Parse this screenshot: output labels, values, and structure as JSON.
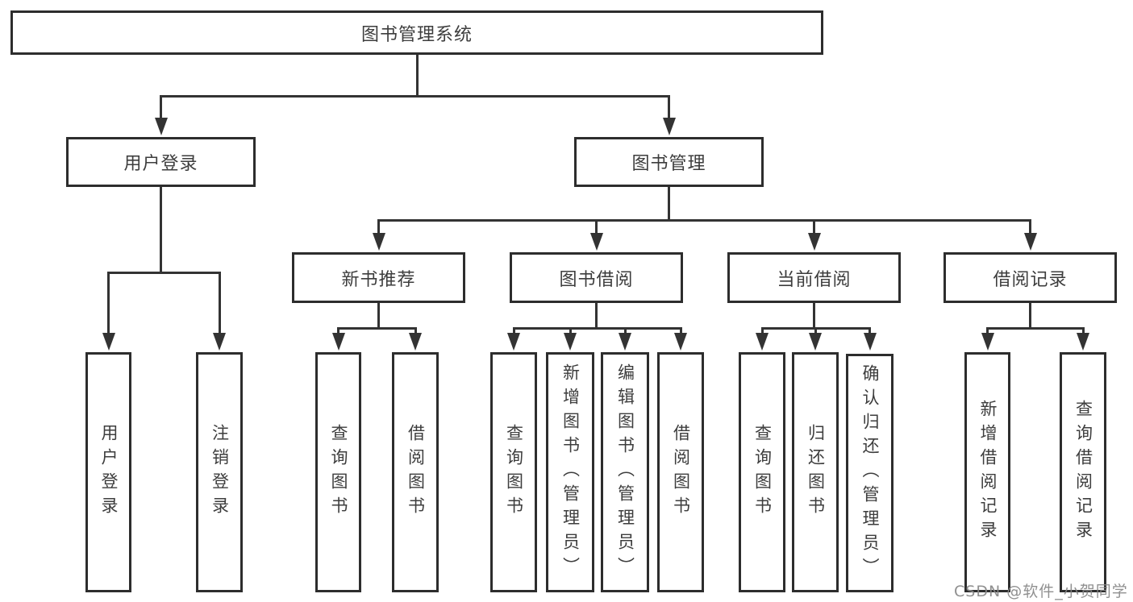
{
  "tree": {
    "root": "图书管理系统",
    "user_login": {
      "label": "用户登录",
      "children": [
        "用户登录",
        "注销登录"
      ]
    },
    "book_mgmt": {
      "label": "图书管理"
    },
    "new_book": {
      "label": "新书推荐",
      "children": [
        "查询图书",
        "借阅图书"
      ]
    },
    "borrow": {
      "label": "图书借阅",
      "children": [
        "查询图书",
        "新增图书（管理员）",
        "编辑图书（管理员）",
        "借阅图书"
      ]
    },
    "current": {
      "label": "当前借阅",
      "children": [
        "查询图书",
        "归还图书",
        "确认归还（管理员）"
      ]
    },
    "records": {
      "label": "借阅记录",
      "children": [
        "新增借阅记录",
        "查询借阅记录"
      ]
    }
  },
  "watermark": {
    "text": "CSDN @软件_小贺同学"
  },
  "colors": {
    "line": "#333333",
    "box_border": "#2d2d2d",
    "text": "#3d3d3d",
    "background": "#ffffff",
    "watermark": "#878787"
  }
}
